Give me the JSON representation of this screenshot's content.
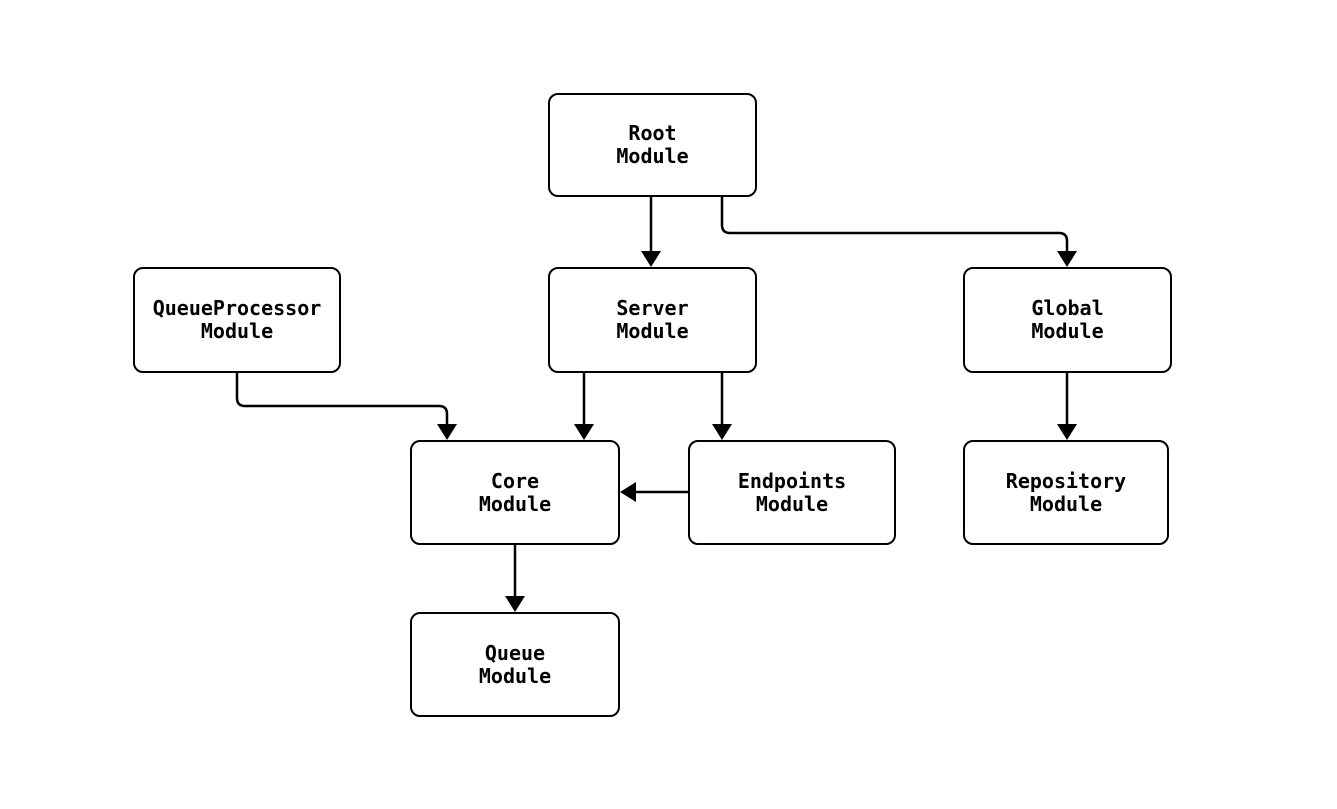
{
  "diagram": {
    "type": "module-dependency-flowchart",
    "colors": {
      "background": "#ffffff",
      "node_fill": "#ffffff",
      "stroke": "#000000",
      "text": "#000000"
    },
    "nodes": [
      {
        "id": "root",
        "label": "Root\nModule"
      },
      {
        "id": "queueprocessor",
        "label": "QueueProcessor\nModule"
      },
      {
        "id": "server",
        "label": "Server\nModule"
      },
      {
        "id": "global",
        "label": "Global\nModule"
      },
      {
        "id": "core",
        "label": "Core\nModule"
      },
      {
        "id": "endpoints",
        "label": "Endpoints\nModule"
      },
      {
        "id": "repository",
        "label": "Repository\nModule"
      },
      {
        "id": "queue",
        "label": "Queue\nModule"
      }
    ],
    "edges": [
      {
        "from": "root",
        "to": "server"
      },
      {
        "from": "root",
        "to": "global"
      },
      {
        "from": "queueprocessor",
        "to": "core"
      },
      {
        "from": "server",
        "to": "core"
      },
      {
        "from": "server",
        "to": "endpoints"
      },
      {
        "from": "endpoints",
        "to": "core"
      },
      {
        "from": "global",
        "to": "repository"
      },
      {
        "from": "core",
        "to": "queue"
      }
    ]
  }
}
